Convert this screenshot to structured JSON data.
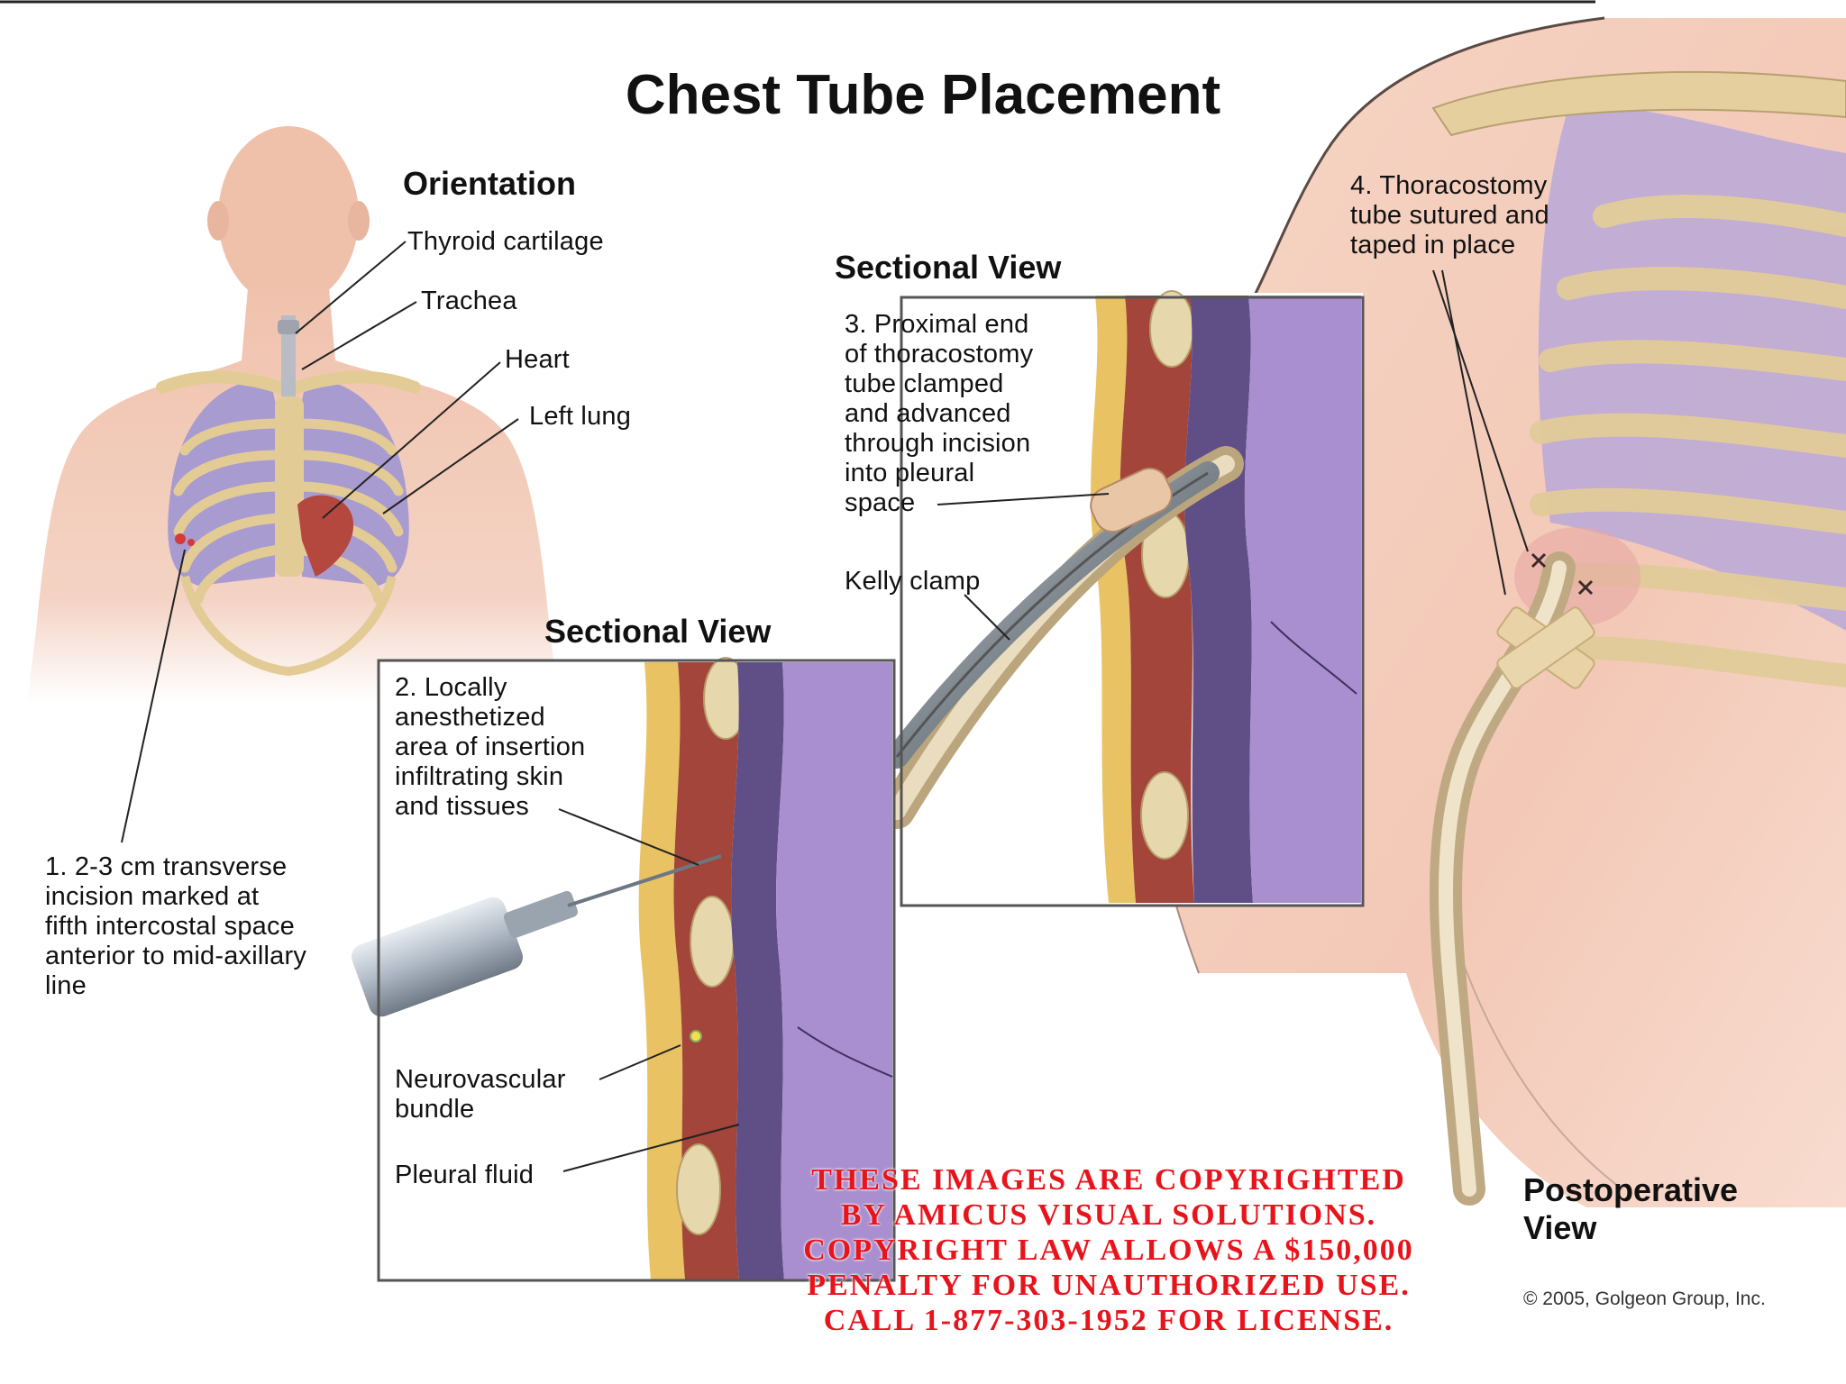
{
  "title": "Chest Tube Placement",
  "panels": {
    "orientation": {
      "heading": "Orientation",
      "labels": {
        "thyroid": "Thyroid cartilage",
        "trachea": "Trachea",
        "heart": "Heart",
        "left_lung": "Left lung",
        "step1": "1. 2-3 cm transverse\nincision marked at\nfifth intercostal space\nanterior to mid-axillary\nline"
      }
    },
    "sectional_1": {
      "heading": "Sectional View",
      "labels": {
        "step2": "2. Locally\nanesthetized\narea of insertion\ninfiltrating skin\nand tissues",
        "neurovascular": "Neurovascular\nbundle",
        "pleural_fluid": "Pleural fluid"
      }
    },
    "sectional_2": {
      "heading": "Sectional View",
      "labels": {
        "step3": "3. Proximal end\nof thoracostomy\ntube clamped\nand advanced\nthrough incision\ninto pleural\nspace",
        "kelly": "Kelly clamp"
      }
    },
    "postoperative": {
      "heading": "Postoperative\nView",
      "labels": {
        "step4": "4. Thoracostomy\ntube sutured and\ntaped in place"
      }
    }
  },
  "watermark": "These images are copyrighted\nby Amicus Visual Solutions.\nCopyright law allows a $150,000\npenalty for unauthorized use.\nCall 1-877-303-1952 for license.",
  "credit": "© 2005, Golgeon Group, Inc.",
  "colors": {
    "skin": "#f2c7b3",
    "lung": "#a89bd0",
    "bone": "#e9d4a6",
    "muscle": "#a3453a",
    "pleural_space": "#6f5c96",
    "copyright_red": "#e8141c"
  }
}
